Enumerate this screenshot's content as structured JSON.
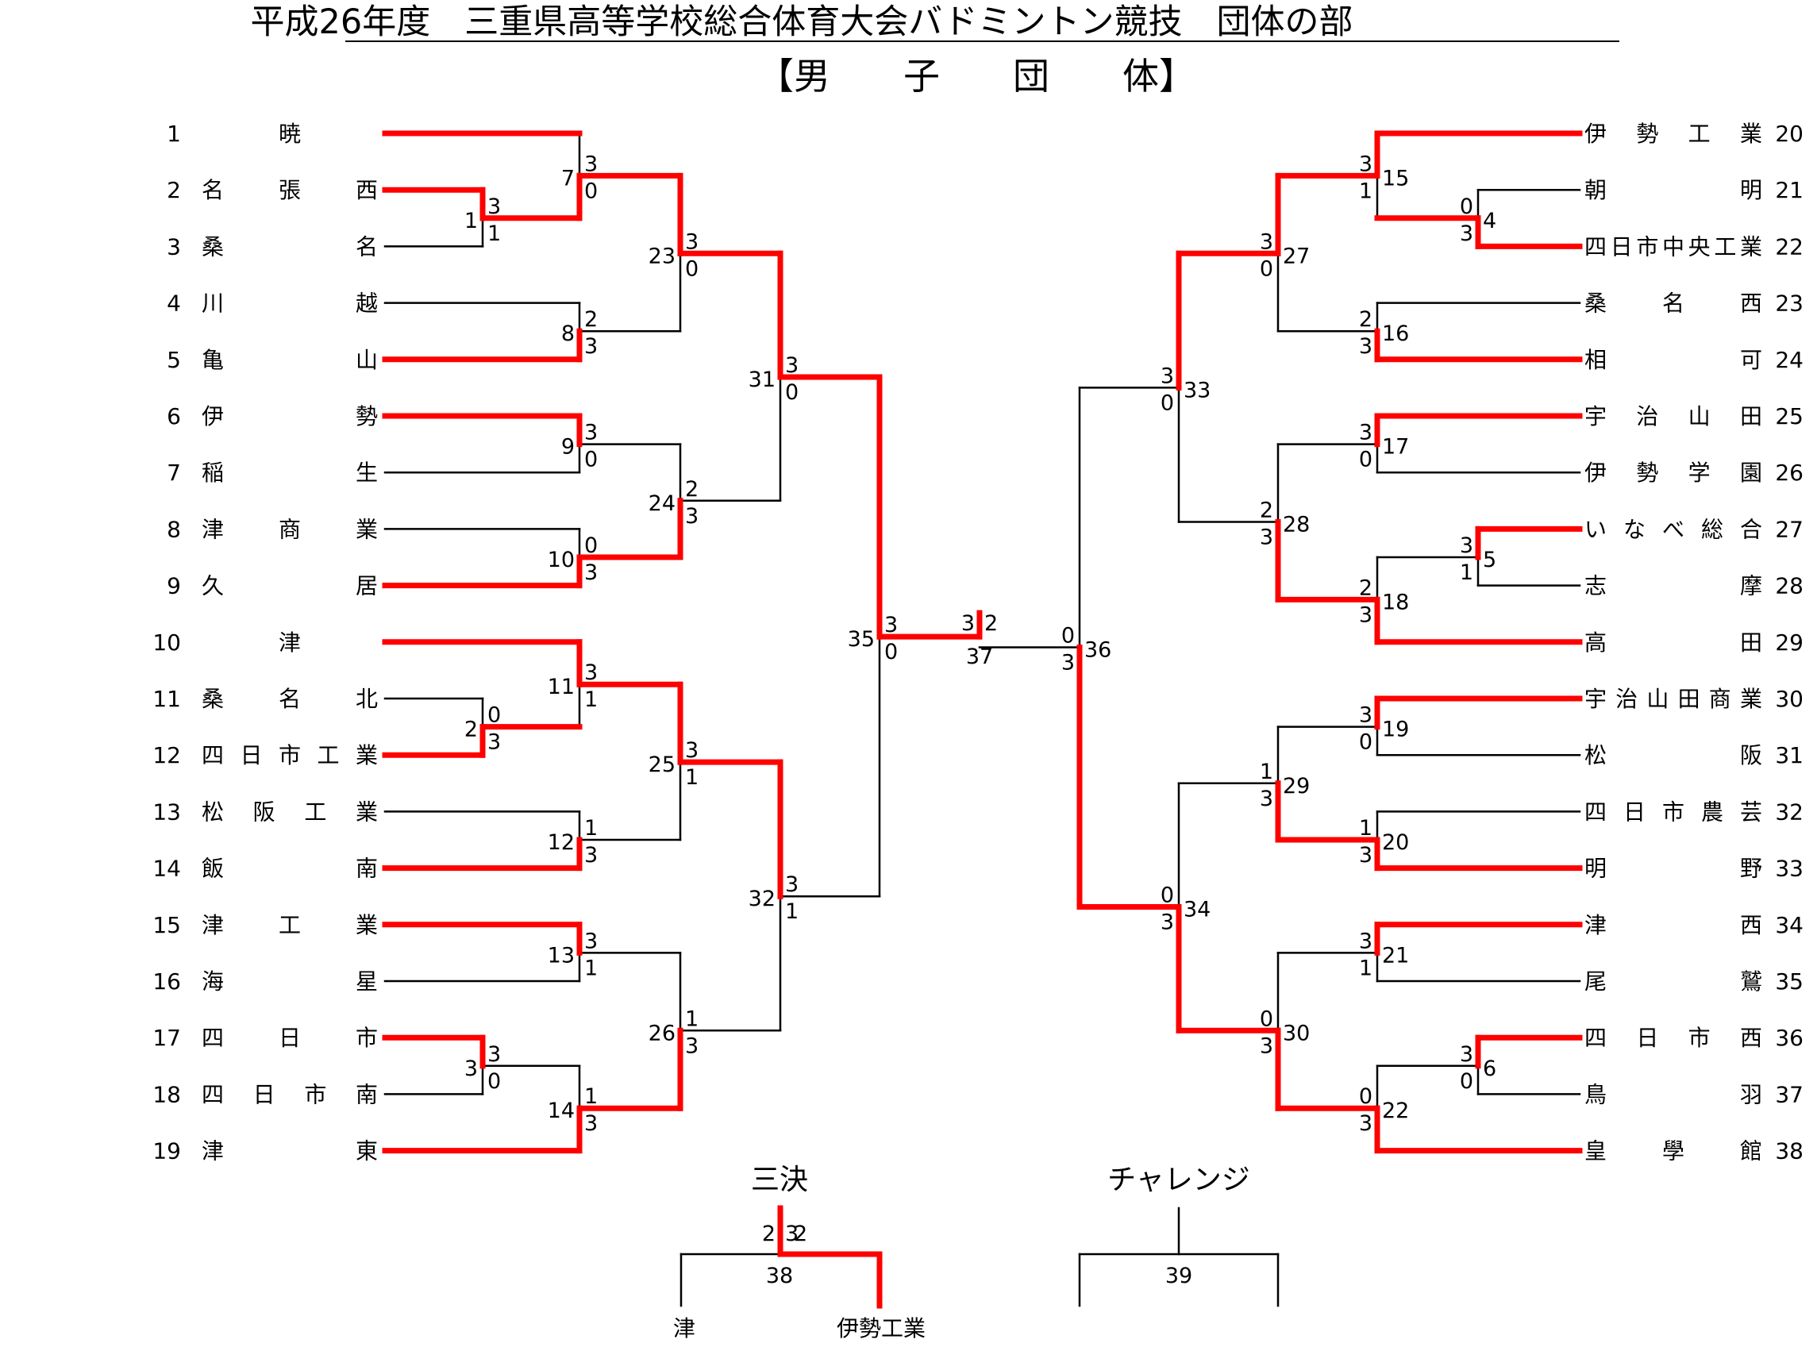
{
  "title": "平成26年度　三重県高等学校総合体育大会バドミントン競技　団体の部",
  "subtitle": "【男　　子　　団　　体】",
  "colors": {
    "winner_line": "#ff0000",
    "line": "#000000",
    "background": "#ffffff"
  },
  "left_teams": [
    {
      "no": "1",
      "name": "暁"
    },
    {
      "no": "2",
      "name": "名張西"
    },
    {
      "no": "3",
      "name": "桑名"
    },
    {
      "no": "4",
      "name": "川越"
    },
    {
      "no": "5",
      "name": "亀山"
    },
    {
      "no": "6",
      "name": "伊勢"
    },
    {
      "no": "7",
      "name": "稲生"
    },
    {
      "no": "8",
      "name": "津商業"
    },
    {
      "no": "9",
      "name": "久居"
    },
    {
      "no": "10",
      "name": "津"
    },
    {
      "no": "11",
      "name": "桑名北"
    },
    {
      "no": "12",
      "name": "四日市工業"
    },
    {
      "no": "13",
      "name": "松阪工業"
    },
    {
      "no": "14",
      "name": "飯南"
    },
    {
      "no": "15",
      "name": "津工業"
    },
    {
      "no": "16",
      "name": "海星"
    },
    {
      "no": "17",
      "name": "四日市"
    },
    {
      "no": "18",
      "name": "四日市南"
    },
    {
      "no": "19",
      "name": "津東"
    }
  ],
  "right_teams": [
    {
      "no": "20",
      "name": "伊勢工業"
    },
    {
      "no": "21",
      "name": "朝明"
    },
    {
      "no": "22",
      "name": "四日市中央工業"
    },
    {
      "no": "23",
      "name": "桑名西"
    },
    {
      "no": "24",
      "name": "相可"
    },
    {
      "no": "25",
      "name": "宇治山田"
    },
    {
      "no": "26",
      "name": "伊勢学園"
    },
    {
      "no": "27",
      "name": "いなべ総合"
    },
    {
      "no": "28",
      "name": "志摩"
    },
    {
      "no": "29",
      "name": "高田"
    },
    {
      "no": "30",
      "name": "宇治山田商業"
    },
    {
      "no": "31",
      "name": "松阪"
    },
    {
      "no": "32",
      "name": "四日市農芸"
    },
    {
      "no": "33",
      "name": "明野"
    },
    {
      "no": "34",
      "name": "津西"
    },
    {
      "no": "35",
      "name": "尾鷲"
    },
    {
      "no": "36",
      "name": "四日市西"
    },
    {
      "no": "37",
      "name": "鳥羽"
    },
    {
      "no": "38",
      "name": "皇學館"
    }
  ],
  "matches": [
    {
      "no": "1",
      "scores": [
        "3",
        "1"
      ],
      "winner": "top"
    },
    {
      "no": "2",
      "scores": [
        "0",
        "3"
      ],
      "winner": "bottom"
    },
    {
      "no": "3",
      "scores": [
        "3",
        "0"
      ],
      "winner": "top"
    },
    {
      "no": "4",
      "scores": [
        "0",
        "3"
      ],
      "winner": "bottom"
    },
    {
      "no": "5",
      "scores": [
        "3",
        "1"
      ],
      "winner": "top"
    },
    {
      "no": "6",
      "scores": [
        "3",
        "0"
      ],
      "winner": "top"
    },
    {
      "no": "7",
      "scores": [
        "3",
        "0"
      ],
      "winner": "bottom"
    },
    {
      "no": "8",
      "scores": [
        "2",
        "3"
      ],
      "winner": "bottom"
    },
    {
      "no": "9",
      "scores": [
        "3",
        "0"
      ],
      "winner": "top"
    },
    {
      "no": "10",
      "scores": [
        "0",
        "3"
      ],
      "winner": "bottom"
    },
    {
      "no": "11",
      "scores": [
        "3",
        "1"
      ],
      "winner": "top"
    },
    {
      "no": "12",
      "scores": [
        "1",
        "3"
      ],
      "winner": "bottom"
    },
    {
      "no": "13",
      "scores": [
        "3",
        "1"
      ],
      "winner": "top"
    },
    {
      "no": "14",
      "scores": [
        "1",
        "3"
      ],
      "winner": "bottom"
    },
    {
      "no": "15",
      "scores": [
        "3",
        "1"
      ],
      "winner": "top"
    },
    {
      "no": "16",
      "scores": [
        "2",
        "3"
      ],
      "winner": "bottom"
    },
    {
      "no": "17",
      "scores": [
        "3",
        "0"
      ],
      "winner": "top"
    },
    {
      "no": "18",
      "scores": [
        "2",
        "3"
      ],
      "winner": "bottom"
    },
    {
      "no": "19",
      "scores": [
        "3",
        "0"
      ],
      "winner": "top"
    },
    {
      "no": "20",
      "scores": [
        "1",
        "3"
      ],
      "winner": "bottom"
    },
    {
      "no": "21",
      "scores": [
        "3",
        "1"
      ],
      "winner": "top"
    },
    {
      "no": "22",
      "scores": [
        "0",
        "3"
      ],
      "winner": "bottom"
    },
    {
      "no": "23",
      "scores": [
        "3",
        "0"
      ],
      "winner": "top"
    },
    {
      "no": "24",
      "scores": [
        "2",
        "3"
      ],
      "winner": "bottom"
    },
    {
      "no": "25",
      "scores": [
        "3",
        "1"
      ],
      "winner": "top"
    },
    {
      "no": "26",
      "scores": [
        "1",
        "3"
      ],
      "winner": "bottom"
    },
    {
      "no": "27",
      "scores": [
        "3",
        "0"
      ],
      "winner": "top"
    },
    {
      "no": "28",
      "scores": [
        "2",
        "3"
      ],
      "winner": "bottom"
    },
    {
      "no": "29",
      "scores": [
        "1",
        "3"
      ],
      "winner": "bottom"
    },
    {
      "no": "30",
      "scores": [
        "0",
        "3"
      ],
      "winner": "bottom"
    },
    {
      "no": "31",
      "scores": [
        "3",
        "0"
      ],
      "winner": "top"
    },
    {
      "no": "32",
      "scores": [
        "3",
        "1"
      ],
      "winner": "top"
    },
    {
      "no": "33",
      "scores": [
        "3",
        "0"
      ],
      "winner": "top"
    },
    {
      "no": "34",
      "scores": [
        "0",
        "3"
      ],
      "winner": "bottom"
    },
    {
      "no": "35",
      "scores": [
        "3",
        "0"
      ],
      "winner": "top"
    },
    {
      "no": "36",
      "scores": [
        "0",
        "3"
      ],
      "winner": "bottom"
    },
    {
      "no": "37",
      "scores": [
        "3",
        "2"
      ],
      "winner": "left"
    }
  ],
  "third_place": {
    "label": "三決",
    "match_no": "38",
    "scores": [
      "2",
      "3"
    ],
    "left_team": "津",
    "right_team": "伊勢工業",
    "winner": "right"
  },
  "challenge": {
    "label": "チャレンジ",
    "match_no": "39"
  }
}
